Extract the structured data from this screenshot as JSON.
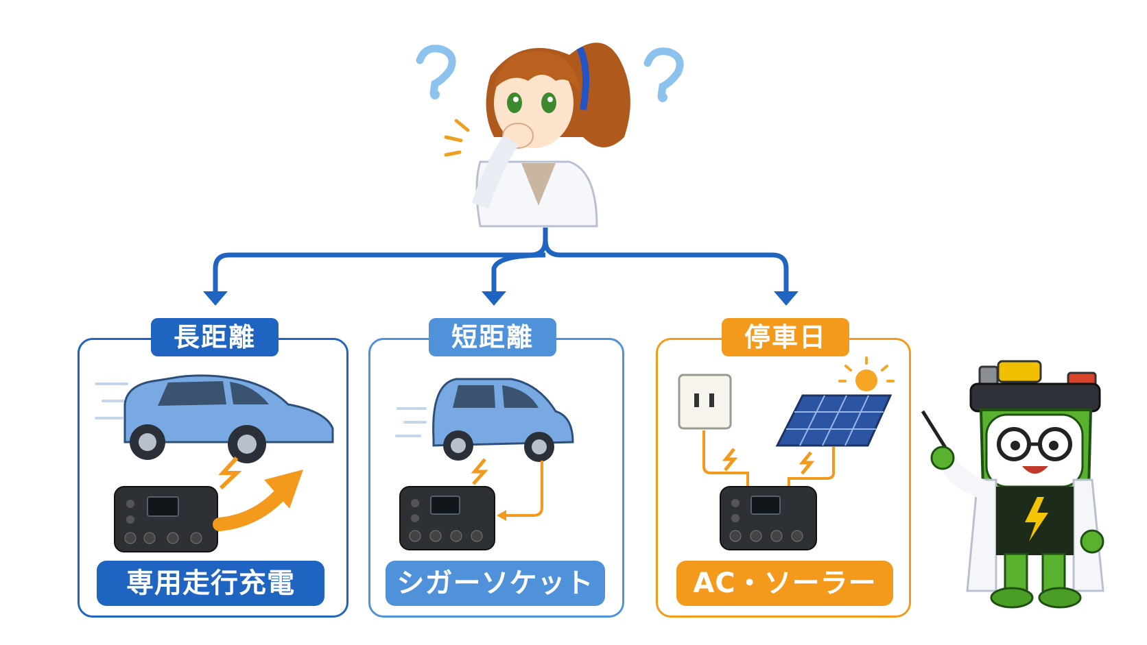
{
  "colors": {
    "dark_blue": "#1f64c0",
    "mid_blue": "#4f92da",
    "orange": "#f39a1d",
    "car_blue": "#79a9e3"
  },
  "branches": [
    {
      "tag": "長距離",
      "method": "専用走行充電",
      "theme": "dark_blue"
    },
    {
      "tag": "短距離",
      "method": "シガーソケット",
      "theme": "mid_blue"
    },
    {
      "tag": "停車日",
      "method": "AC・ソーラー",
      "theme": "orange"
    }
  ],
  "icons": [
    "question-mark-icon",
    "car-icon",
    "compact-car-icon",
    "wall-outlet-icon",
    "solar-panel-icon",
    "sun-icon",
    "lightning-icon",
    "power-station-icon",
    "mascot-icon"
  ]
}
